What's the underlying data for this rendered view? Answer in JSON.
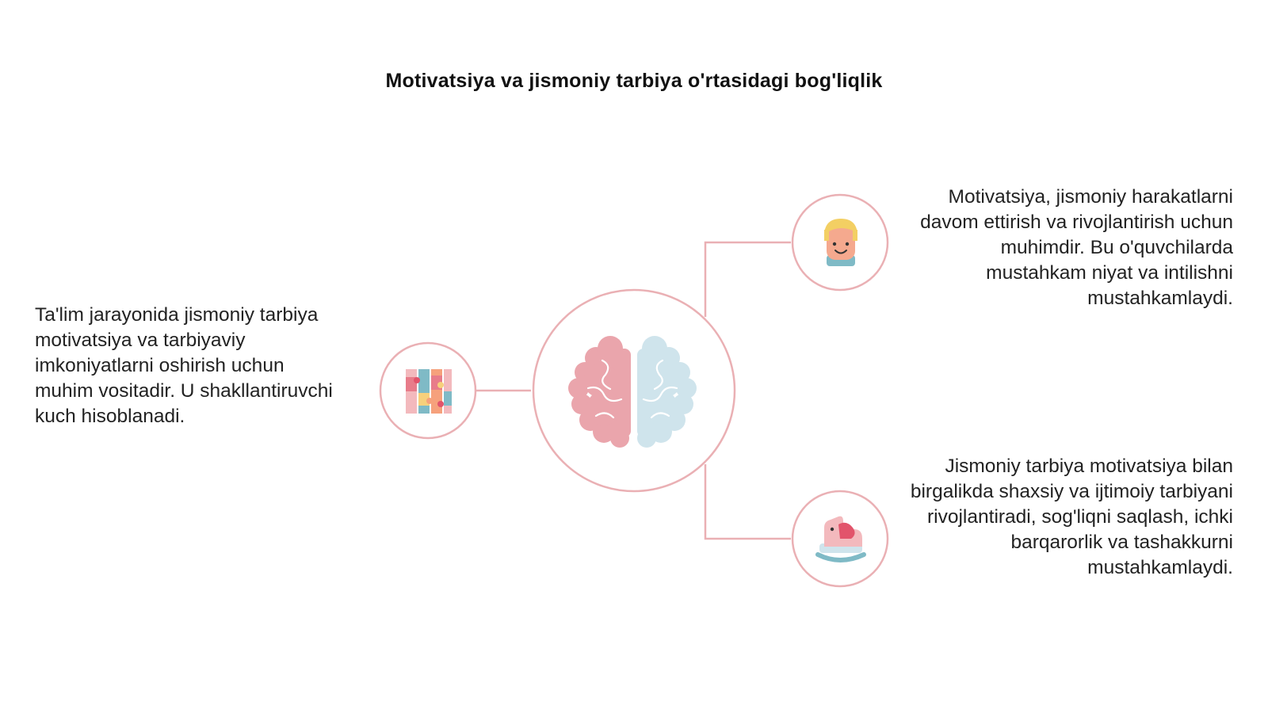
{
  "title": "Motivatsiya va jismoniy tarbiya o'rtasidagi bog'liqlik",
  "colors": {
    "accent_pink": "#eab0b4",
    "brain_pink": "#eaa5ac",
    "brain_blue": "#cfe4ec"
  },
  "nodes": {
    "center": {
      "icon": "brain-icon"
    },
    "left": {
      "icon": "puzzle-icon",
      "text": "Ta'lim jarayonida jismoniy tarbiya motivatsiya va tarbiyaviy imkoniyatlarni oshirish uchun muhim vositadir. U shakllantiruvchi kuch hisoblanadi."
    },
    "top_right": {
      "icon": "child-face-icon",
      "text": "Motivatsiya, jismoniy harakatlarni davom ettirish va rivojlantirish uchun muhimdir. Bu o'quvchilarda mustahkam niyat va intilishni mustahkamlaydi."
    },
    "bottom_right": {
      "icon": "rocking-horse-icon",
      "text": "Jismoniy tarbiya motivatsiya bilan birgalikda shaxsiy va ijtimoiy tarbiyani rivojlantiradi, sog'liqni saqlash, ichki barqarorlik va tashakkurni mustahkamlaydi."
    }
  }
}
